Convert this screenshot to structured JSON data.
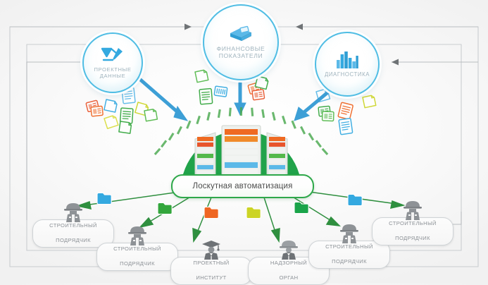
{
  "diagram": {
    "title": "Лоскутная автоматизация",
    "center": {
      "label": "Лоскутная автоматизация",
      "icon": "server-rack-icon",
      "accent_color": "#2ea84a"
    },
    "colors": {
      "source_circle_border": "#4fbde4",
      "source_arrow": "#3d9fd6",
      "distribution_arrow": "#2f8f3f",
      "frame_line": "#c9cdd0",
      "pill_text": "#8c9196",
      "center_green": "#2ea84a"
    },
    "sources": [
      {
        "id": "design-data",
        "label": "Проектные данные",
        "label_lines": [
          "ПРОЕКТНЫЕ",
          "ДАННЫЕ"
        ],
        "icon": "drafting-pen-icon"
      },
      {
        "id": "financial-indicators",
        "label": "Финансовые показатели",
        "label_lines": [
          "ФИНАНСОВЫЕ",
          "ПОКАЗАТЕЛИ"
        ],
        "icon": "money-stack-icon"
      },
      {
        "id": "diagnostics",
        "label": "Диагностика",
        "label_lines": [
          "ДИАГНОСТИКА"
        ],
        "icon": "bar-chart-icon"
      }
    ],
    "participants": [
      {
        "id": "contractor-1",
        "label": "Строительный подрядчик",
        "label_lines": [
          "СТРОИТЕЛЬНЫЙ",
          "ПОДРЯДЧИК"
        ],
        "icon": "worker-hardhat-icon",
        "folder_color": "#34a9e0"
      },
      {
        "id": "contractor-2",
        "label": "Строительный подрядчик",
        "label_lines": [
          "СТРОИТЕЛЬНЫЙ",
          "ПОДРЯДЧИК"
        ],
        "icon": "worker-hardhat-icon",
        "folder_color": "#33a63c"
      },
      {
        "id": "design-institute",
        "label": "Проектный институт",
        "label_lines": [
          "ПРОЕКТНЫЙ",
          "ИНСТИТУТ"
        ],
        "icon": "graduate-icon",
        "folder_color": "#ef6622"
      },
      {
        "id": "supervisory-authority",
        "label": "Надзорный орган",
        "label_lines": [
          "НАДЗОРНЫЙ",
          "ОРГАН"
        ],
        "icon": "inspector-icon",
        "folder_color": "#ccd426"
      },
      {
        "id": "contractor-3",
        "label": "Строительный подрядчик",
        "label_lines": [
          "СТРОИТЕЛЬНЫЙ",
          "ПОДРЯДЧИК"
        ],
        "icon": "worker-hardhat-icon",
        "folder_color": "#1aa44a"
      },
      {
        "id": "contractor-4",
        "label": "Строительный подрядчик",
        "label_lines": [
          "СТРОИТЕЛЬНЫЙ",
          "ПОДРЯДЧИК"
        ],
        "icon": "worker-hardhat-icon",
        "folder_color": "#34a9e0"
      }
    ],
    "scattered_documents": {
      "description": "document and file icons scattered around the source circles",
      "palette": [
        "#ef6622",
        "#e8552c",
        "#34a9e0",
        "#5bb9e8",
        "#33a63c",
        "#53b84a",
        "#ccd426",
        "#d9dd3f"
      ]
    },
    "server_stripes": [
      "#ef6a22",
      "#e8552c",
      "#f08a2a",
      "#5bb9e8",
      "#34a9e0",
      "#53b84a",
      "#ccd426"
    ]
  }
}
